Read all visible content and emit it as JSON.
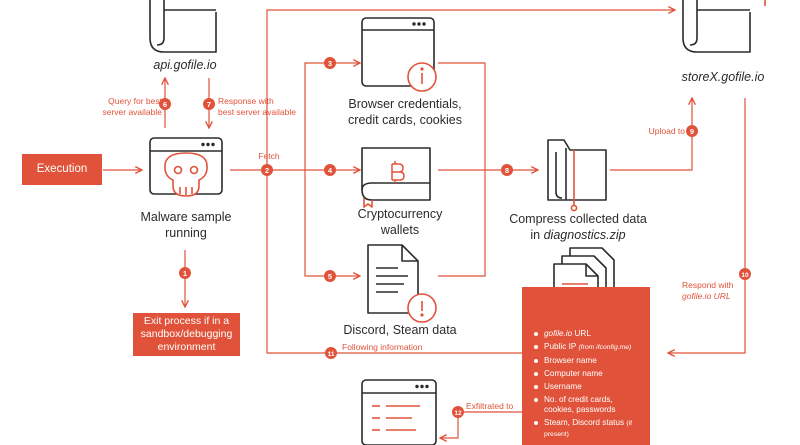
{
  "nodes": {
    "api_server": "api.gofile.io",
    "store_server": "storeX.gofile.io",
    "execution": "Execution",
    "malware": [
      "Malware sample",
      "running"
    ],
    "exit": [
      "Exit process if in a",
      "sandbox/debugging",
      "environment"
    ],
    "browser": [
      "Browser credentials,",
      "credit cards, cookies"
    ],
    "crypto": [
      "Cryptocurrency",
      "wallets"
    ],
    "discord": "Discord, Steam data",
    "compress": [
      "Compress collected data",
      "in",
      "diagnostics.zip"
    ]
  },
  "labels": {
    "query": [
      "Query for best",
      "server available"
    ],
    "response": [
      "Response with",
      "best server available"
    ],
    "fetch": "Fetch",
    "upload": "Upload to",
    "respond": [
      "Respond with",
      "gofile.io URL"
    ],
    "following": "Following information",
    "exfiltrated": "Exfiltrated to"
  },
  "steps": [
    "1",
    "2",
    "3",
    "4",
    "5",
    "6",
    "7",
    "8",
    "9",
    "10",
    "11",
    "12"
  ],
  "info_panel": {
    "items": [
      {
        "emph": "gofile.io",
        "text": " URL",
        "sub": ""
      },
      {
        "emph": "",
        "text": "Public IP ",
        "sub": "(from ifconfig.me)"
      },
      {
        "emph": "",
        "text": "Browser name",
        "sub": ""
      },
      {
        "emph": "",
        "text": "Computer name",
        "sub": ""
      },
      {
        "emph": "",
        "text": "Username",
        "sub": ""
      },
      {
        "emph": "",
        "text": "No. of credit cards, cookies, passwords",
        "sub": ""
      },
      {
        "emph": "",
        "text": "Steam, Discord status ",
        "sub": "(if present)"
      }
    ]
  },
  "colors": {
    "accent": "#e0533a",
    "ink": "#2b2b2b"
  }
}
